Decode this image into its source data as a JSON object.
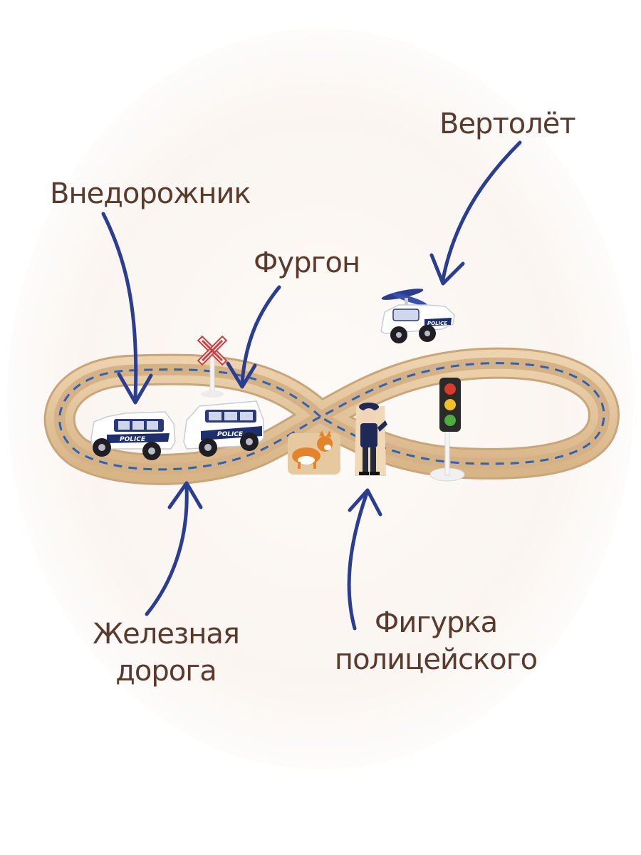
{
  "labels": {
    "suv": "Внедорожник",
    "van": "Фургон",
    "helicopter": "Вертолёт",
    "railway_line1": "Железная",
    "railway_line2": "дорога",
    "police_figure_line1": "Фигурка",
    "police_figure_line2": "полицейского"
  },
  "vehicle_text": {
    "suv_side": "POLICE",
    "van_side": "POLICE",
    "helicopter_side": "POLICE"
  },
  "colors": {
    "label_text": "#5a3a2c",
    "arrow": "#2b3d8f",
    "wood": "#e3c49c",
    "wood_dark": "#c9a57a",
    "track_groove": "#d4b186",
    "track_dash": "#2f63b0",
    "police_blue": "#1f2f6e"
  }
}
